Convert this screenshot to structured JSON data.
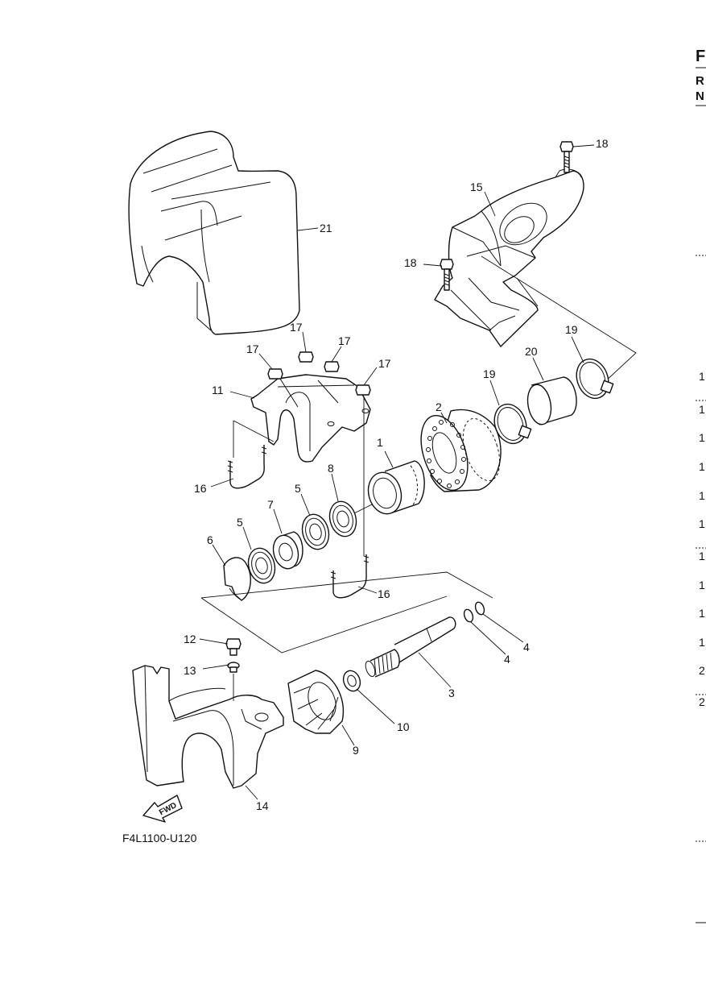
{
  "right_margin": {
    "header_letters": [
      "F",
      "R",
      "N"
    ],
    "fragments": [
      "1",
      "1",
      "1",
      "1",
      "1",
      "1",
      "1",
      "1",
      "1",
      "1",
      "2",
      "2"
    ]
  },
  "figure_code": "F4L1100-U120",
  "fwd_label": "FWD",
  "callouts": {
    "p1": "1",
    "p2": "2",
    "p3": "3",
    "p4a": "4",
    "p4b": "4",
    "p5a": "5",
    "p5b": "5",
    "p6": "6",
    "p7": "7",
    "p8": "8",
    "p9": "9",
    "p10": "10",
    "p11": "11",
    "p12": "12",
    "p13": "13",
    "p14": "14",
    "p15": "15",
    "p16a": "16",
    "p16b": "16",
    "p17a": "17",
    "p17b": "17",
    "p17c": "17",
    "p17d": "17",
    "p18a": "18",
    "p18b": "18",
    "p19a": "19",
    "p19b": "19",
    "p20": "20",
    "p21": "21"
  }
}
